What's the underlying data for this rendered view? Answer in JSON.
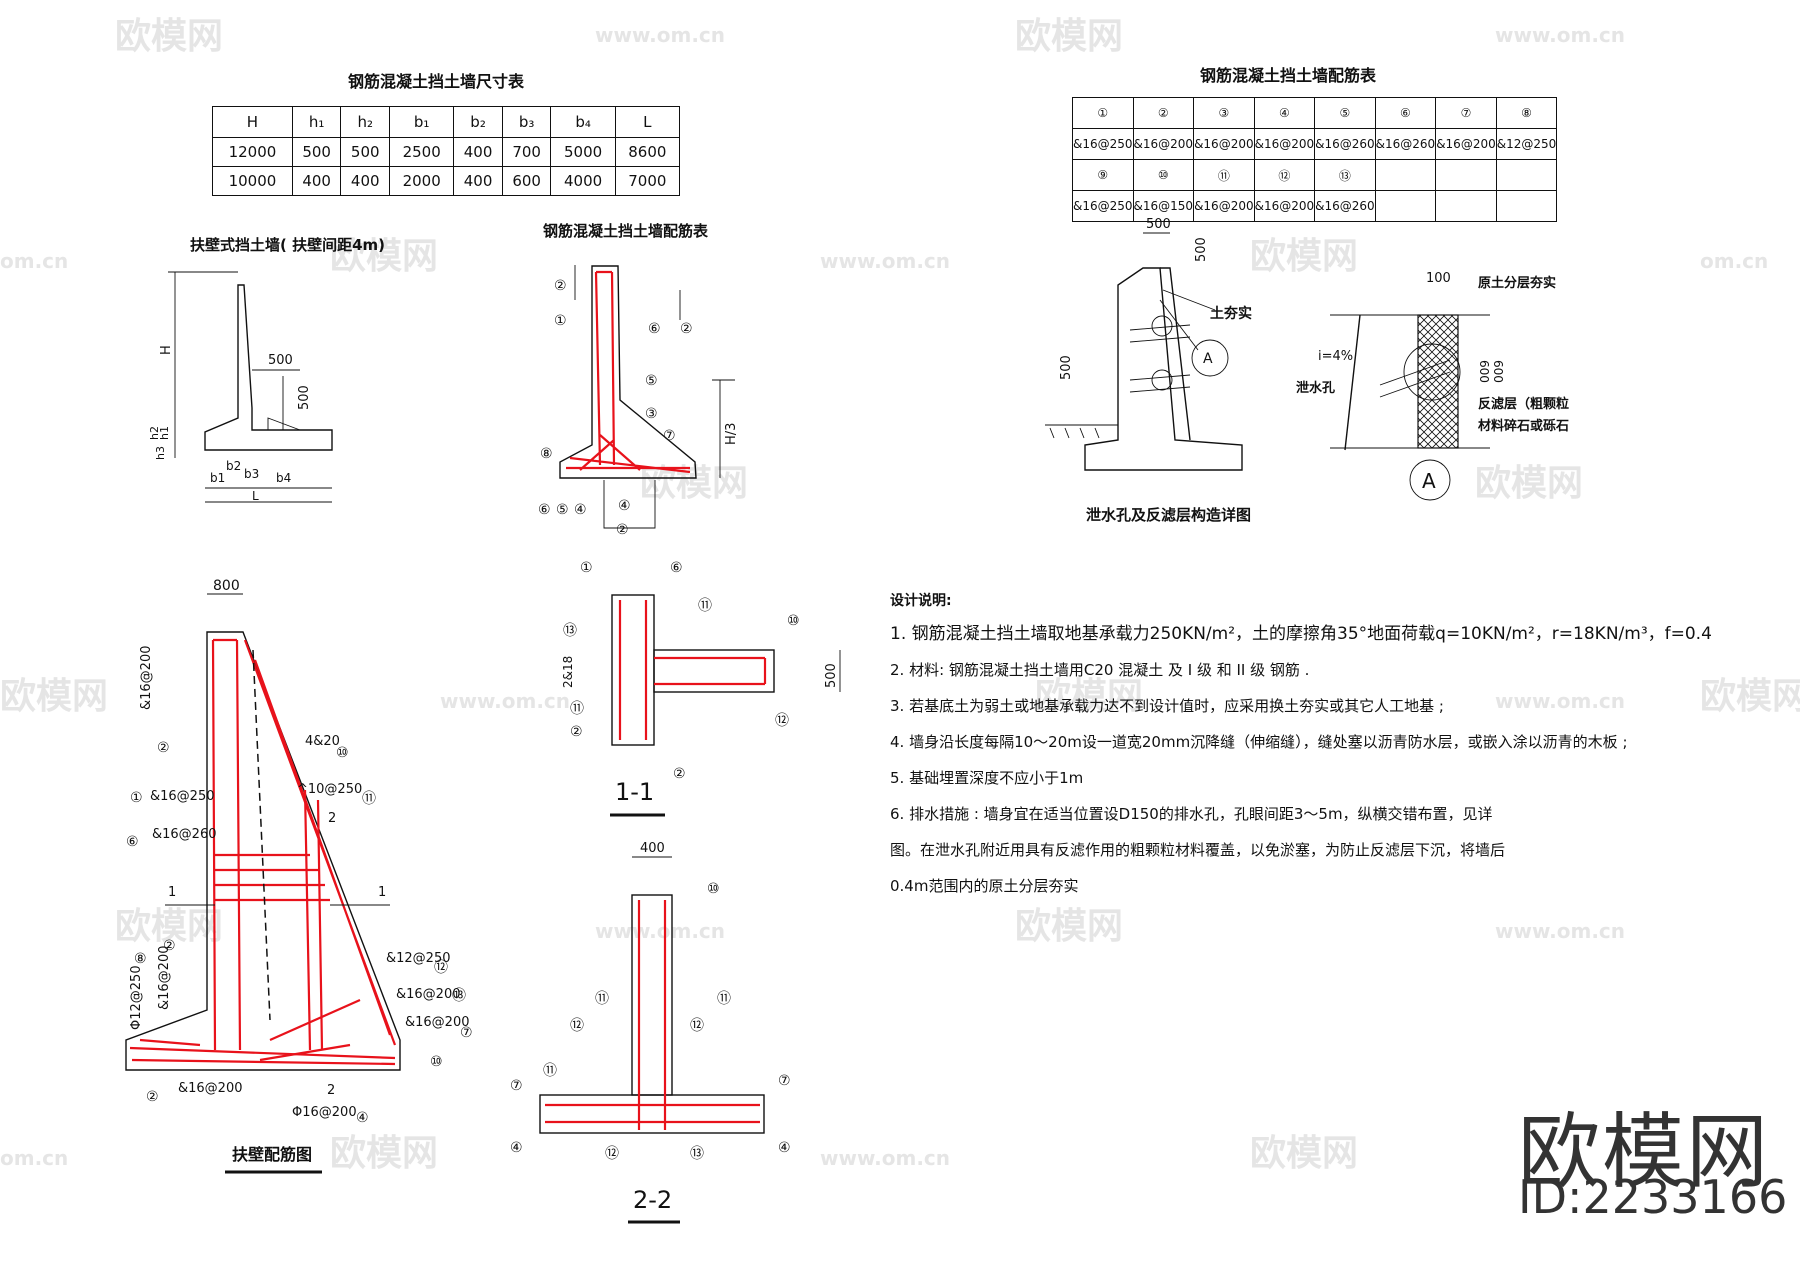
{
  "watermark": {
    "text": "欧模网",
    "url": "www.om.cn",
    "url_short": "om.cn"
  },
  "dim_table": {
    "title": "钢筋混凝土挡土墙尺寸表",
    "headers": [
      "H",
      "h₁",
      "h₂",
      "b₁",
      "b₂",
      "b₃",
      "b₄",
      "L"
    ],
    "rows": [
      [
        "12000",
        "500",
        "500",
        "2500",
        "400",
        "700",
        "5000",
        "8600"
      ],
      [
        "10000",
        "400",
        "400",
        "2000",
        "400",
        "600",
        "4000",
        "7000"
      ]
    ]
  },
  "rebar_table": {
    "title": "钢筋混凝土挡土墙配筋表",
    "row1_headers": [
      "①",
      "②",
      "③",
      "④",
      "⑤",
      "⑥",
      "⑦",
      "⑧"
    ],
    "row1_values": [
      "&16@250",
      "&16@200",
      "&16@200",
      "&16@200",
      "&16@260",
      "&16@260",
      "&16@200",
      "&12@250"
    ],
    "row2_headers": [
      "⑨",
      "⑩",
      "⑪",
      "⑫",
      "⑬",
      "",
      "",
      ""
    ],
    "row2_values": [
      "&16@250",
      "&16@150",
      "&16@200",
      "&16@200",
      "&16@260",
      "",
      "",
      ""
    ]
  },
  "fig_counterfort": {
    "title": "扶壁式挡土墙( 扶壁间距4m)",
    "labels": {
      "H": "H",
      "d500a": "500",
      "d500b": "500",
      "h2": "h2",
      "h1": "h1",
      "h3": "h3",
      "b1": "b1",
      "b2": "b2",
      "b3": "b3",
      "b4": "b4",
      "L": "L"
    }
  },
  "fig_rebar_small": {
    "title": "钢筋混凝土挡土墙配筋表",
    "labels": {
      "h3": "H/3",
      "c1": "①",
      "c2": "②",
      "c2b": "②",
      "c3": "③",
      "c4": "④",
      "c5": "⑤",
      "c6": "⑥",
      "c7": "⑦",
      "c8": "⑧",
      "b6": "⑥",
      "b5": "⑤",
      "b4": "④",
      "b2": "②",
      "b4b": "④"
    }
  },
  "fig_drain": {
    "title": "泄水孔及反滤层构造详图",
    "labels": {
      "d500top": "500",
      "d500side": "500",
      "d500left": "500",
      "soil": "土夯实",
      "A": "A",
      "d100": "100",
      "layer": "原土分层夯实",
      "slope": "i=4%",
      "hole": "泄水孔",
      "d600": "600",
      "d600b": "600",
      "filter1": "反滤层（粗颗粒",
      "filter2": "材料碎石或砾石"
    }
  },
  "fig_main": {
    "title": "扶壁配筋图",
    "labels": {
      "d800": "800",
      "r1": "&16@200",
      "c2": "②",
      "c4_20": "4&20",
      "c10": "⑩",
      "c1": "①",
      "r1v": "&16@250",
      "r10": "^10@250",
      "c11": "⑪",
      "n2a": "2",
      "c6": "⑥",
      "r6": "&16@260",
      "s1a": "1",
      "s1b": "1",
      "c8": "⑧",
      "c2b": "②",
      "r8": "Φ12@250",
      "r2": "&16@200",
      "r12": "&12@250",
      "c12": "⑫",
      "r13": "&16@200",
      "c13": "⑬",
      "r7": "&16@200",
      "c7": "⑦",
      "c10b": "⑩",
      "c2c": "②",
      "r2b": "&16@200",
      "n2b": "2",
      "r4": "Φ16@200",
      "c4": "④"
    }
  },
  "section_11": {
    "title": "1-1",
    "labels": {
      "c1": "①",
      "c6": "⑥",
      "c11": "⑪",
      "c10": "⑩",
      "c13": "⑬",
      "r218": "2&18",
      "d500": "500",
      "c11b": "⑪",
      "c2": "②",
      "c12": "⑫",
      "c2b": "②"
    }
  },
  "section_22": {
    "title": "2-2",
    "labels": {
      "d400": "400",
      "c10": "⑩",
      "c11": "⑪",
      "c11b": "⑪",
      "c12": "⑫",
      "c12b": "⑫",
      "c7": "⑦",
      "c7b": "⑦",
      "c11c": "⑪",
      "c4": "④",
      "c4b": "④",
      "c12c": "⑫",
      "c13": "⑬"
    }
  },
  "notes": {
    "heading": "设计说明:",
    "items": [
      "1.   钢筋混凝土挡土墙取地基承载力250KN/m²，土的摩擦角35°地面荷载q=10KN/m²，r=18KN/m³，f=0.4",
      "2.  材料:  钢筋混凝土挡土墙用C20 混凝土 及 I 级 和 II 级 钢筋 .",
      "3.  若基底土为弱土或地基承载力达不到设计值时，应采用换土夯实或其它人工地基 ;",
      "4.  墙身沿长度每隔10～20m设一道宽20mm沉降缝（伸缩缝），缝处塞以沥青防水层，或嵌入涂以沥青的木板 ;",
      "5.  基础埋置深度不应小于1m",
      "6.  排水措施 : 墙身宜在适当位置设D150的排水孔，孔眼间距3～5m，纵横交错布置，见详",
      "     图。在泄水孔附近用具有反滤作用的粗颗粒材料覆盖，以免淤塞，为防止反滤层下沉，将墙后",
      "     0.4m范围内的原土分层夯实"
    ]
  },
  "brand": {
    "name": "欧模网",
    "id": "ID:2233166"
  }
}
